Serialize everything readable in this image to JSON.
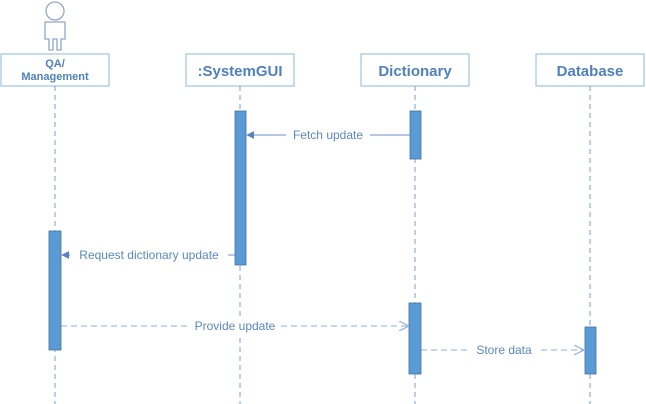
{
  "participants": {
    "qa": {
      "label_line1": "QA/",
      "label_line2": "Management"
    },
    "systemgui": {
      "label": ":SystemGUI"
    },
    "dictionary": {
      "label": "Dictionary"
    },
    "database": {
      "label": "Database"
    }
  },
  "messages": {
    "fetch_update": "Fetch  update",
    "request_dictionary_update": "Request dictionary update",
    "provide_update": "Provide update",
    "store_data": "Store data"
  },
  "colors": {
    "box_border": "#9dc3e6",
    "lifeline": "#6fa0d8",
    "activation_fill": "#5b9bd5",
    "activation_border": "#41719c",
    "text": "#4f81bd",
    "message_line": "#6b8fc5",
    "actor_figure": "#8fa8c8"
  }
}
